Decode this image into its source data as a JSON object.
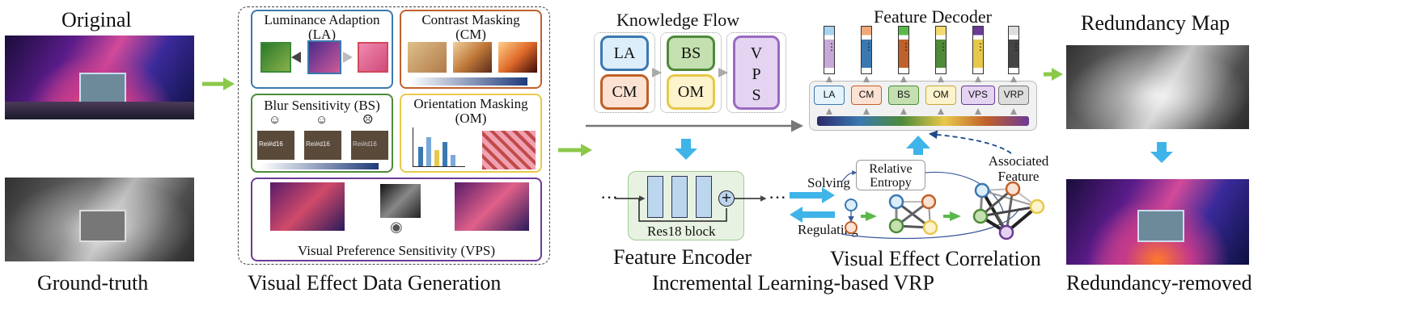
{
  "left": {
    "original_title": "Original",
    "groundtruth_title": "Ground-truth"
  },
  "generation": {
    "caption": "Visual Effect Data Generation",
    "la_title": "Luminance Adaption",
    "la_abbr": "(LA)",
    "cm_title": "Contrast Masking",
    "cm_abbr": "(CM)",
    "bs_title": "Blur Sensitivity (BS)",
    "om_title": "Orientation Masking",
    "om_abbr": "(OM)",
    "vps_title": "Visual Preference Sensitivity (VPS)",
    "bs_sample_text": "Rei#d16"
  },
  "knowledge_flow": {
    "title": "Knowledge Flow",
    "la": "LA",
    "cm": "CM",
    "bs": "BS",
    "om": "OM",
    "vps_v": "V",
    "vps_p": "P",
    "vps_s": "S"
  },
  "decoder": {
    "title": "Feature Decoder",
    "heads": [
      "LA",
      "CM",
      "BS",
      "OM",
      "VPS",
      "VRP"
    ],
    "dots": "⋮"
  },
  "encoder": {
    "caption": "Feature Encoder",
    "block_label": "Res18 block",
    "ellipsis": "···",
    "plus": "+"
  },
  "correlation": {
    "caption": "Visual Effect Correlation",
    "solving": "Solving",
    "regulating": "Regulating",
    "entropy_line1": "Relative",
    "entropy_line2": "Entropy",
    "associated_line1": "Associated",
    "associated_line2": "Feature"
  },
  "main_caption": "Incremental Learning-based VRP",
  "right": {
    "redundancy_map_title": "Redundancy Map",
    "removed_title": "Redundancy-removed"
  },
  "colors": {
    "la": "#3b78b0",
    "cm": "#c0602a",
    "bs": "#4e8a3a",
    "om": "#e8c84a",
    "vps": "#6a3a96",
    "arrow_green": "#8cc84a",
    "arrow_blue": "#3fb4e8"
  }
}
